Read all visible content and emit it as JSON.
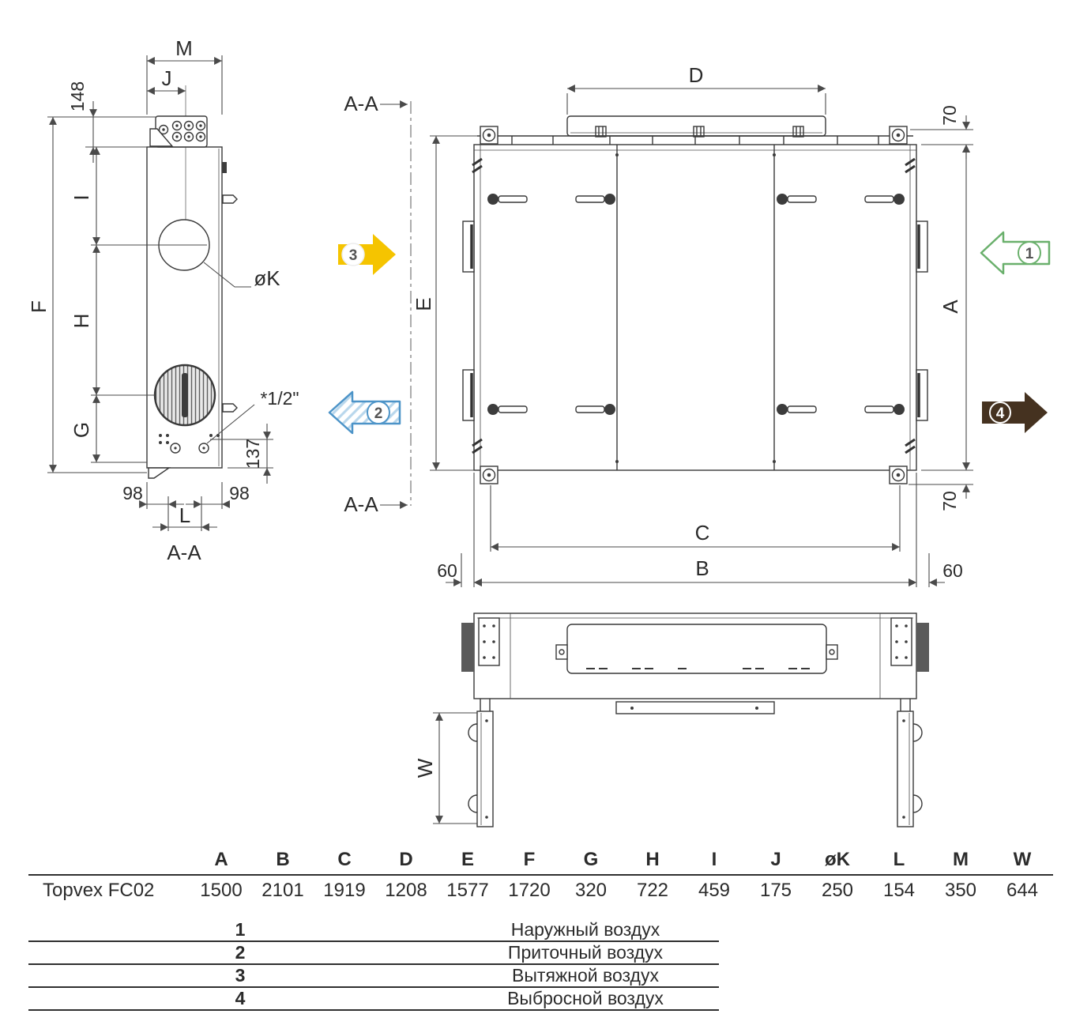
{
  "drawing": {
    "side_view": {
      "dim_m": "M",
      "dim_j": "J",
      "dim_148": "148",
      "dim_f": "F",
      "dim_i": "I",
      "dim_h": "H",
      "dim_g": "G",
      "dim_98_left": "98",
      "dim_98_right": "98",
      "dim_l": "L",
      "dim_137": "137",
      "port_diameter_label": "øK",
      "drain_label": "*1/2\"",
      "section_caption": "A-A"
    },
    "section_line": {
      "label_top": "A-A",
      "label_bottom": "A-A"
    },
    "front_view": {
      "dim_d": "D",
      "dim_e": "E",
      "dim_a": "A",
      "dim_70_top": "70",
      "dim_70_bottom": "70",
      "dim_c": "C",
      "dim_b": "B",
      "dim_60_left": "60",
      "dim_60_right": "60"
    },
    "bottom_view": {
      "dim_w": "W"
    },
    "airflow_arrows": {
      "outdoor": {
        "num": "1",
        "color": "#6ab06c"
      },
      "supply": {
        "num": "2",
        "color": "#4d94c8"
      },
      "extract": {
        "num": "3",
        "color": "#f5c400"
      },
      "exhaust": {
        "num": "4",
        "color": "#453220"
      }
    }
  },
  "dimension_table": {
    "model": "Topvex FC02",
    "columns": [
      "A",
      "B",
      "C",
      "D",
      "E",
      "F",
      "G",
      "H",
      "I",
      "J",
      "øK",
      "L",
      "M",
      "W"
    ],
    "values": [
      "1500",
      "2101",
      "1919",
      "1208",
      "1577",
      "1720",
      "320",
      "722",
      "459",
      "175",
      "250",
      "154",
      "350",
      "644"
    ]
  },
  "legend": {
    "rows": [
      {
        "num": "1",
        "label": "Наружный воздух"
      },
      {
        "num": "2",
        "label": "Приточный воздух"
      },
      {
        "num": "3",
        "label": "Вытяжной воздух"
      },
      {
        "num": "4",
        "label": "Выбросной воздух"
      }
    ]
  }
}
